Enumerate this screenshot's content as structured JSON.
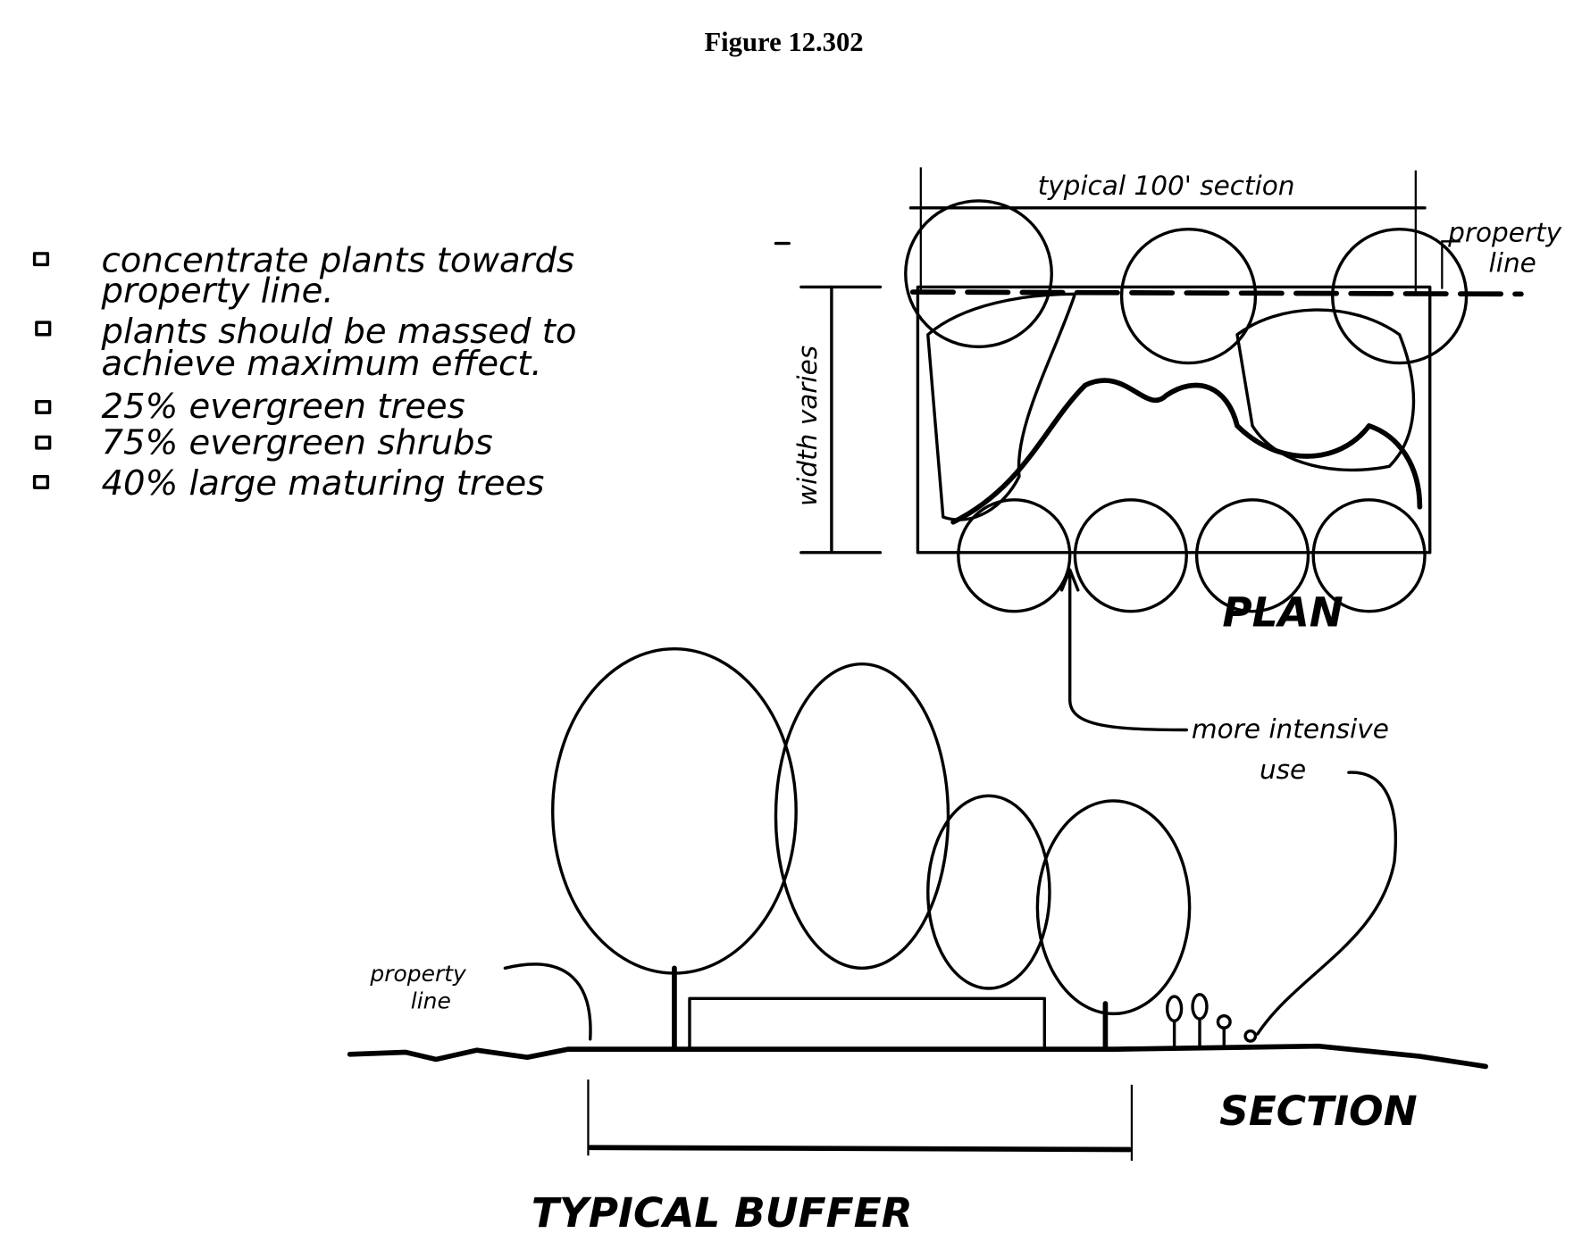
{
  "figure_title": "Figure 12.302",
  "guidelines": [
    {
      "line1": "concentrate plants towards",
      "line2": "property line."
    },
    {
      "line1": "plants should be massed to",
      "line2": "achieve maximum effect."
    },
    {
      "line1": "25% evergreen trees"
    },
    {
      "line1": "75% evergreen shrubs"
    },
    {
      "line1": "40% large maturing trees"
    }
  ],
  "plan": {
    "dimension_label": "typical 100' section",
    "width_label": "width varies",
    "property_line_label_1": "property",
    "property_line_label_2": "line",
    "view_label": "PLAN",
    "callout_line1": "more intensive",
    "callout_line2": "use"
  },
  "section": {
    "property_line_label_1": "property",
    "property_line_label_2": "line",
    "view_label": "SECTION",
    "buffer_label": "TYPICAL BUFFER"
  }
}
